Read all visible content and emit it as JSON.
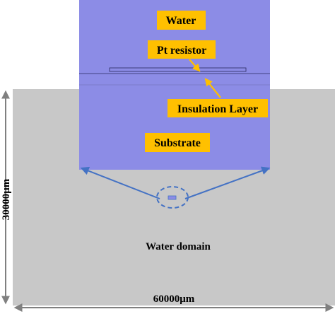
{
  "diagram": {
    "labels": {
      "water": "Water",
      "pt_resistor": "Pt resistor",
      "insulation_layer": "Insulation Layer",
      "substrate": "Substrate",
      "water_domain": "Water domain",
      "height_dimension": "30000μm",
      "width_dimension": "60000μm"
    },
    "colors": {
      "water_domain_fill": "#c8c8c8",
      "chip_region_fill": "#8c8ce6",
      "label_box_fill": "#ffc000",
      "arrow_orange": "#ffc000",
      "zoom_lines_blue": "#4472c4",
      "thin_layer_line": "#2a2a60",
      "dimension_arrow": "#808080"
    }
  }
}
